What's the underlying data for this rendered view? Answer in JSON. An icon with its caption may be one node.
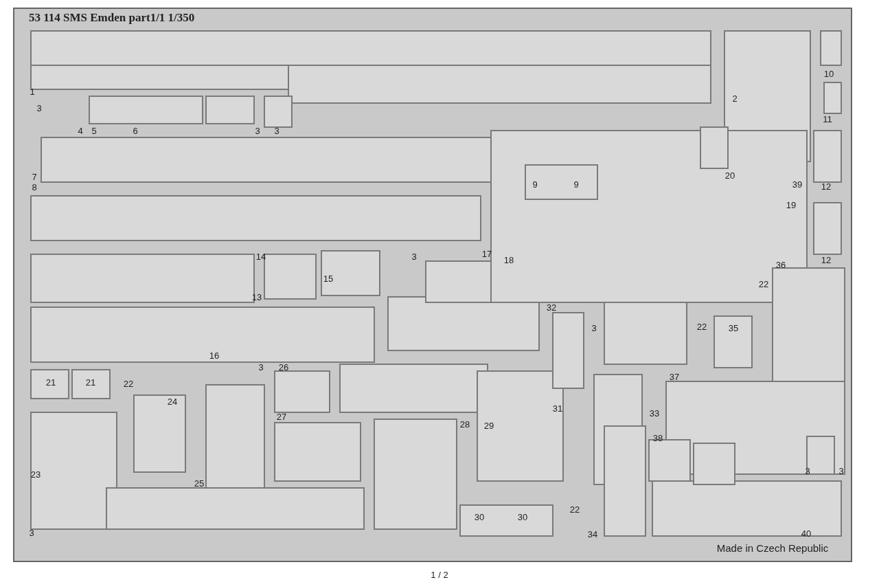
{
  "diagram": {
    "title": "53 114 SMS Emden part1/1 1/350",
    "labels": [
      "1",
      "3",
      "4",
      "5",
      "6",
      "3",
      "3",
      "10",
      "2",
      "11",
      "7",
      "8",
      "9",
      "9",
      "20",
      "39",
      "12",
      "19",
      "14",
      "17",
      "3",
      "18",
      "12",
      "36",
      "15",
      "13",
      "22",
      "32",
      "3",
      "22",
      "35",
      "16",
      "3",
      "26",
      "21",
      "21",
      "22",
      "37",
      "24",
      "31",
      "27",
      "28",
      "29",
      "33",
      "38",
      "23",
      "25",
      "3",
      "3",
      "22",
      "3",
      "30",
      "30",
      "34",
      "40",
      "Made in Czech Republic",
      "1 / 2"
    ]
  }
}
